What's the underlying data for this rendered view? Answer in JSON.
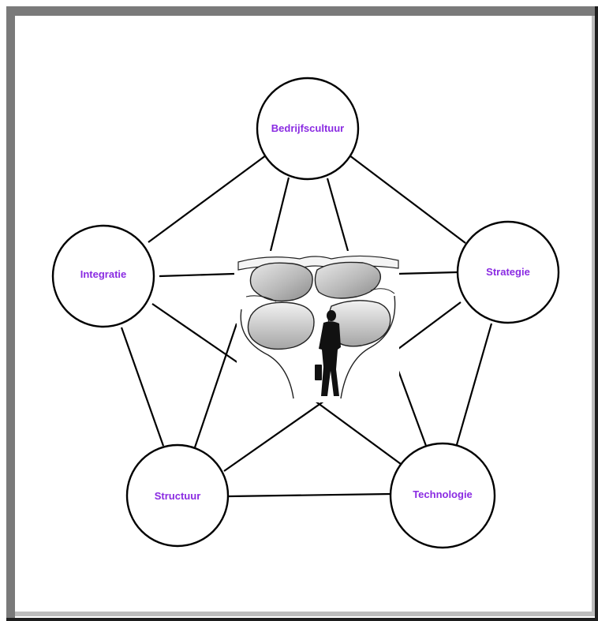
{
  "diagram": {
    "nodes": [
      {
        "id": "bedrijfscultuur",
        "label": "Bedrijfscultuur"
      },
      {
        "id": "strategie",
        "label": "Strategie"
      },
      {
        "id": "technologie",
        "label": "Technologie"
      },
      {
        "id": "structuur",
        "label": "Structuur"
      },
      {
        "id": "integratie",
        "label": "Integratie"
      }
    ],
    "label_color": "#8a2be2",
    "line_color": "#000000",
    "center_image": "businessman-walking-through-stone-gap"
  }
}
